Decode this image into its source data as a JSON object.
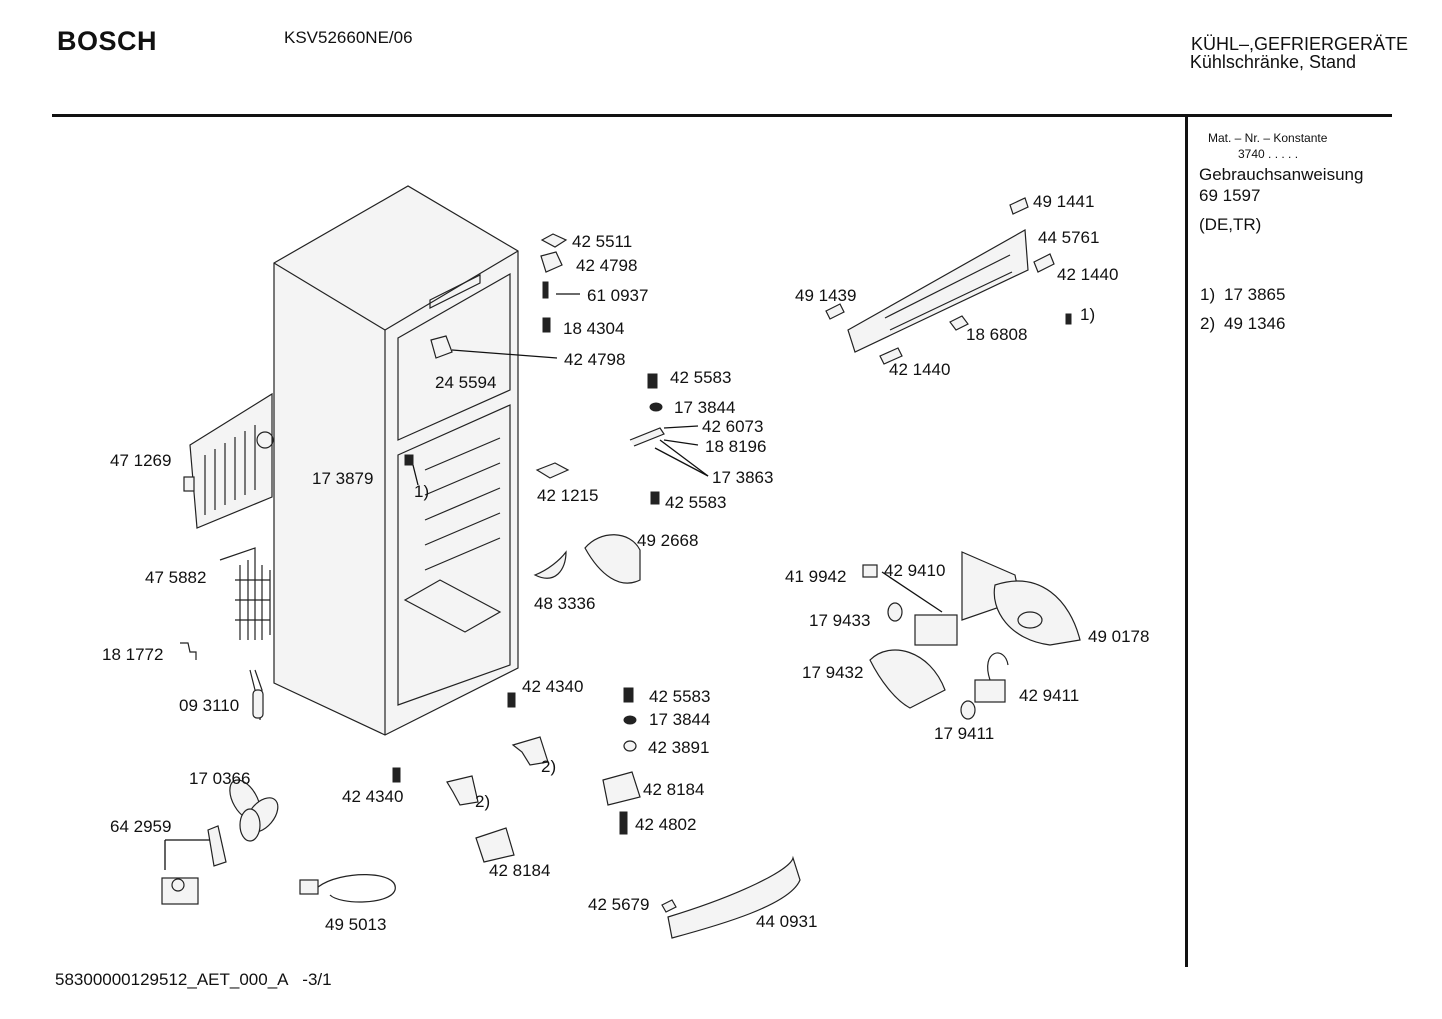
{
  "header": {
    "brand": "BOSCH",
    "model": "KSV52660NE/06",
    "category_line1": "KÜHL–,GEFRIERGERÄTE",
    "category_line2": "Kühlschränke, Stand"
  },
  "sidebar": {
    "mat_label": "Mat. – Nr. – Konstante",
    "mat_value": "3740  .  .  .  .  .",
    "manual_title": "Gebrauchsanweisung",
    "manual_number": "69 1597",
    "manual_lang": "(DE,TR)",
    "notes": [
      {
        "key": "1)",
        "value": "17 3865"
      },
      {
        "key": "2)",
        "value": "49 1346"
      }
    ]
  },
  "labels": {
    "p425511": "42 5511",
    "p424798a": "42 4798",
    "p610937": "61 0937",
    "p184304": "18 4304",
    "p424798b": "42 4798",
    "p245594": "24 5594",
    "p425583a": "42 5583",
    "p173844a": "17 3844",
    "p426073": "42 6073",
    "p188196": "18 8196",
    "p173863": "17 3863",
    "p471269": "47 1269",
    "p173879": "17 3879",
    "note1a": "1)",
    "p421215": "42 1215",
    "p425583b": "42 5583",
    "p492668": "49 2668",
    "p475882": "47 5882",
    "p483336": "48 3336",
    "p181772": "18 1772",
    "p424340a": "42 4340",
    "p093110": "09 3110",
    "p425583c": "42 5583",
    "p173844b": "17 3844",
    "p423891": "42 3891",
    "note2a": "2)",
    "p170366": "17 0366",
    "p424340b": "42 4340",
    "note2b": "2)",
    "p428184a": "42 8184",
    "p424802": "42 4802",
    "p642959": "64 2959",
    "p428184b": "42 8184",
    "p495013": "49 5013",
    "p425679": "42 5679",
    "p440931": "44 0931",
    "p491441": "49 1441",
    "p445761": "44 5761",
    "p421440a": "42 1440",
    "p491439": "49 1439",
    "note1b": "1)",
    "p186808": "18 6808",
    "p421440b": "42 1440",
    "p419942": "41 9942",
    "p429410": "42 9410",
    "p179433": "17 9433",
    "p490178": "49 0178",
    "p179432": "17 9432",
    "p429411": "42 9411",
    "p179411": "17 9411"
  },
  "footer": {
    "code": "58300000129512_AET_000_A",
    "page": "-3/1"
  }
}
